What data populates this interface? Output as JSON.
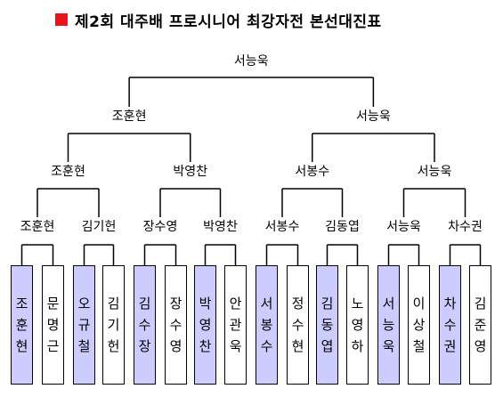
{
  "title": "제2회 대주배 프로시니어 최강자전 본선대진표",
  "colors": {
    "title_marker": "#e8141b",
    "seed_fill": "#ccccff",
    "line": "#000000"
  },
  "final_winner": "서능욱",
  "semifinal_winners": [
    "조훈현",
    "서능욱"
  ],
  "quarterfinal_winners": [
    "조훈현",
    "박영찬",
    "서봉수",
    "서능욱"
  ],
  "round_of_16_winners": [
    "조훈현",
    "김기헌",
    "장수영",
    "박영찬",
    "서봉수",
    "김동엽",
    "서능욱",
    "차수권"
  ],
  "players": [
    {
      "name": "조훈현",
      "seed": true
    },
    {
      "name": "문명근",
      "seed": false
    },
    {
      "name": "오규철",
      "seed": true
    },
    {
      "name": "김기헌",
      "seed": false
    },
    {
      "name": "김수장",
      "seed": true
    },
    {
      "name": "장수영",
      "seed": false
    },
    {
      "name": "박영찬",
      "seed": true
    },
    {
      "name": "안관욱",
      "seed": false
    },
    {
      "name": "서봉수",
      "seed": true
    },
    {
      "name": "정수현",
      "seed": false
    },
    {
      "name": "김동엽",
      "seed": true
    },
    {
      "name": "노영하",
      "seed": false
    },
    {
      "name": "서능욱",
      "seed": true
    },
    {
      "name": "이상철",
      "seed": false
    },
    {
      "name": "차수권",
      "seed": true
    },
    {
      "name": "김준영",
      "seed": false
    }
  ]
}
